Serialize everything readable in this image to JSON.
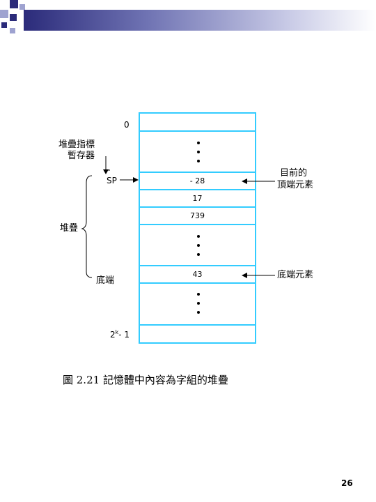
{
  "diagram": {
    "address_top": "0",
    "address_bottom_base": "2",
    "address_bottom_exp": "k",
    "address_bottom_suffix": "- 1",
    "pointer_label_line1": "堆疊指標",
    "pointer_label_line2": "暫存器",
    "sp_label": "SP",
    "stack_label": "堆疊",
    "bottom_label": "底端",
    "cells": [
      "- 28",
      "17",
      "739",
      "43"
    ],
    "top_element_line1": "目前的",
    "top_element_line2": "頂端元素",
    "bottom_element": "底端元素",
    "colors": {
      "memory_border": "#33ccff",
      "line": "#000000"
    }
  },
  "caption": "圖 2.21  記憶體中內容為字組的堆疊",
  "page_number": "26"
}
